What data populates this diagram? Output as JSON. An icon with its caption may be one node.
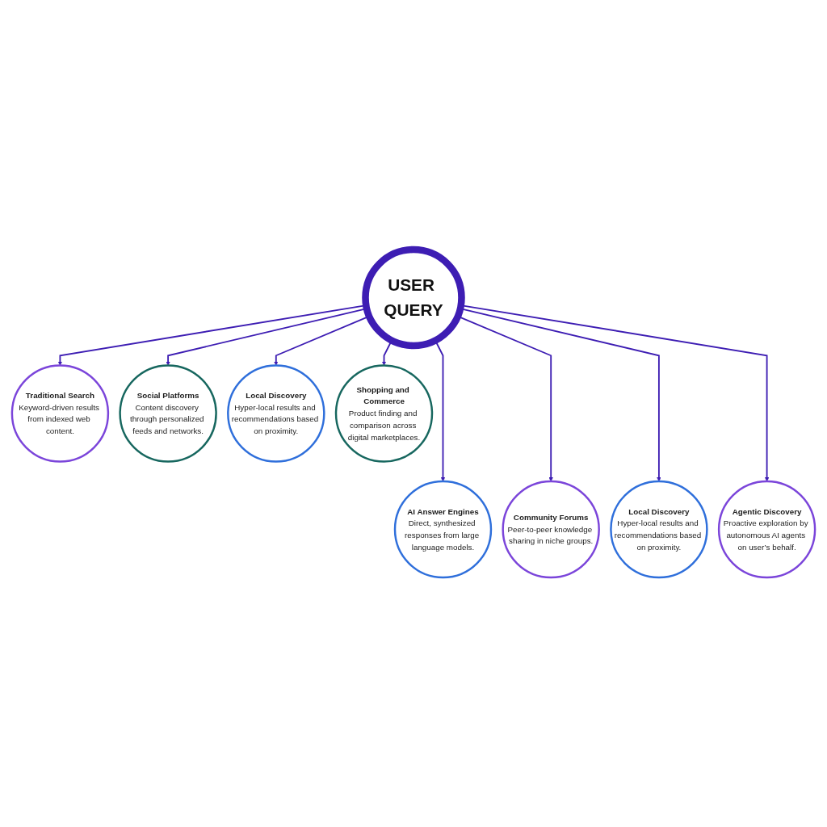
{
  "diagram": {
    "nodes": [
      {
        "text": [
          "USER QUERY"
        ]
      },
      {
        "text": [
          "Traditional Search",
          "Keyword-driven results from indexed web content."
        ]
      },
      {
        "text": [
          "AI Answer Engines",
          "Direct, synthesized responses from large language models."
        ]
      },
      {
        "text": [
          "Social Platforms",
          "Content discovery through personalized feeds and networks."
        ]
      },
      {
        "text": [
          "Community Forums",
          "Peer-to-peer knowledge sharing in niche groups."
        ]
      },
      {
        "text": [
          "Local Discovery",
          "Hyper-local results and recommendations based on proximity."
        ]
      },
      {
        "text": [
          "Local Discovery",
          "Hyper-local results and recommendations based on proximity."
        ]
      },
      {
        "text": [
          "Shopping and Commerce",
          "Product finding and comparison across digital marketplaces."
        ]
      },
      {
        "text": [
          "Agentic Discovery",
          "Proactive exploration by autonomous AI agents on user’s behalf."
        ]
      }
    ],
    "edges": [
      {
        "from": 0,
        "to": 1,
        "arrow": "to"
      },
      {
        "from": 0,
        "to": 2,
        "arrow": "to"
      },
      {
        "from": 0,
        "to": 3,
        "arrow": "to"
      },
      {
        "from": 0,
        "to": 4,
        "arrow": "to"
      },
      {
        "from": 0,
        "to": 5,
        "arrow": "to"
      },
      {
        "from": 0,
        "to": 6,
        "arrow": "to"
      },
      {
        "from": 0,
        "to": 7,
        "arrow": "to"
      },
      {
        "from": 0,
        "to": 8,
        "arrow": "to"
      }
    ]
  }
}
